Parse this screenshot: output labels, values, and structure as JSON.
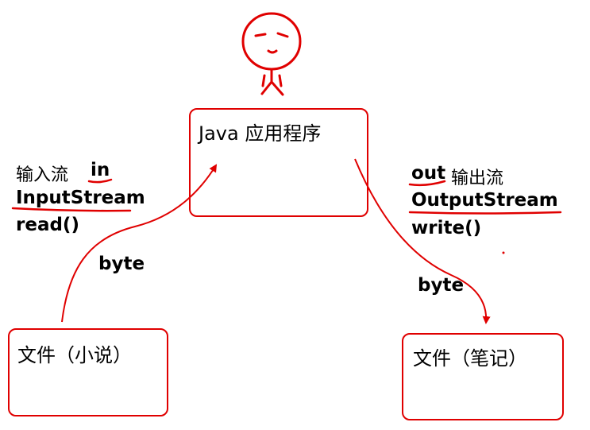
{
  "app_box": {
    "label": "Java 应用程序"
  },
  "source_box": {
    "label": "文件（小说）"
  },
  "target_box": {
    "label": "文件（笔记）"
  },
  "input": {
    "cn": "输入流",
    "keyword": "in",
    "class_name": "InputStream",
    "method": "read()",
    "unit": "byte"
  },
  "output": {
    "keyword": "out",
    "cn": "输出流",
    "class_name": "OutputStream",
    "method": "write()",
    "unit": "byte"
  },
  "colors": {
    "accent": "#e00000",
    "text": "#000000",
    "background": "#ffffff"
  }
}
